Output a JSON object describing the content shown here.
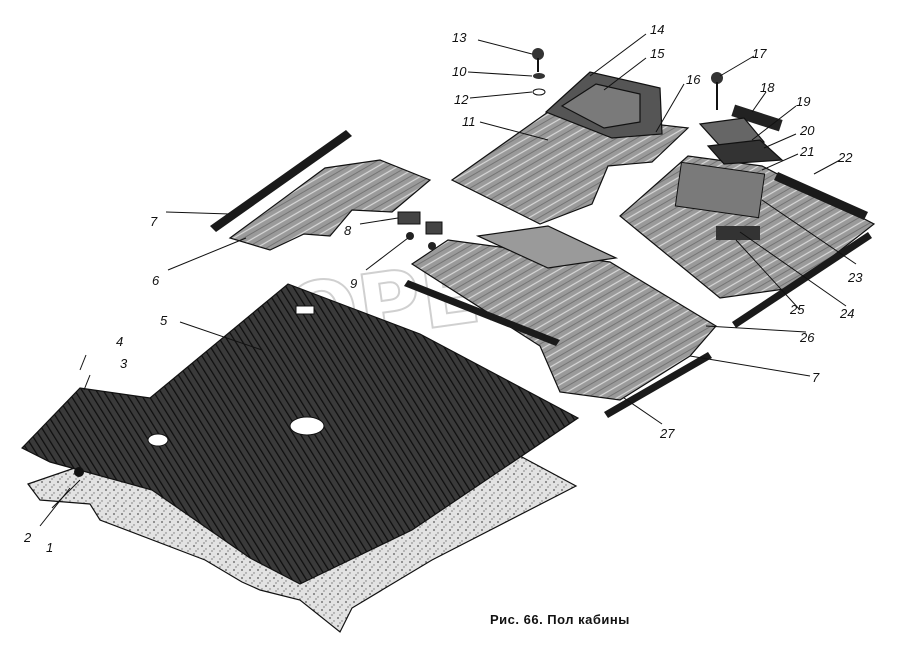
{
  "caption": "Рис. 66. Пол кабины",
  "watermark_text": "OPEN",
  "callouts": [
    "1",
    "2",
    "3",
    "4",
    "5",
    "6",
    "7",
    "8",
    "9",
    "10",
    "11",
    "12",
    "13",
    "14",
    "15",
    "16",
    "17",
    "18",
    "19",
    "20",
    "21",
    "22",
    "23",
    "24",
    "25",
    "26",
    "27",
    "7"
  ],
  "colors": {
    "ink": "#111111",
    "mat": "#2e2e2e",
    "panel": "#8a8a8a",
    "underlay": "#d8d8d8"
  }
}
